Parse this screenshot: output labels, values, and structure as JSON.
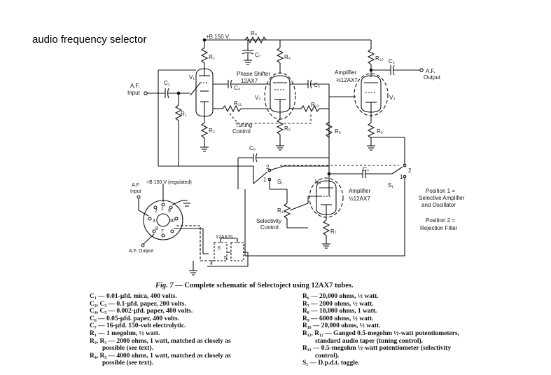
{
  "title": "audio frequency selector",
  "labels": {
    "b150": "+B 150 V.",
    "r8": "R₈",
    "c7": "C₇",
    "r2": "R₂",
    "r4": "R₄",
    "r10": "R₁₀",
    "c2": "C₂",
    "af_output": "A.F.",
    "af_output2": "Output",
    "v1": "V₁",
    "phase_shifter": "Phase Shifter",
    "tube_12ax7_a": "12AX7",
    "c4": "C₄",
    "amplifier_a": "Amplifier",
    "half_12ax7_a": "½12AX7",
    "c5": "C₅",
    "v3": "V₃",
    "af_input": "A.F.",
    "af_input2": "Input",
    "c1": "C₁",
    "v2": "V₂",
    "r1": "R₁",
    "r11": "R₁₁",
    "r12": "R₁₂",
    "r9": "R₉",
    "r3": "R₃",
    "r5": "R₅",
    "r6": "R₆",
    "tuning_control": "Tuning",
    "tuning_control2": "Control",
    "c6": "C₆",
    "c3": "C₃",
    "s1_a": "S₁",
    "s1_b": "S₁",
    "pos2_a": "2",
    "pos1_a": "1",
    "pos2_b": "2",
    "pos1_b": "1",
    "v4": "V₄",
    "amplifier_b": "Amplifier",
    "half_12ax7_b": "½12AX7",
    "r13": "R₁₃",
    "selectivity": "Selectivity",
    "selectivity2": "Control",
    "r7": "R₇",
    "position1": "Position 1 =",
    "position1b": "Selective Amplifier",
    "position1c": "and Oscillator",
    "position2": "Position 2 =",
    "position2b": "Rejection Filter",
    "b150_reg": "+B 150 V (regulated)",
    "af_input_b": "A.F.",
    "af_input_b2": "Input",
    "af_output_b": "A.F. Output",
    "tubes_12ax7s": "12AX7s",
    "pin_numbers": [
      "2",
      "1",
      "9",
      "3",
      "30",
      "8",
      "7",
      "6",
      "5",
      "4"
    ]
  },
  "caption": {
    "fig": "Fig. 7",
    "text": "— Complete schematic of Selectoject using 12AX7 tubes."
  },
  "parts_left": [
    {
      "t": "C₁ — 0.01-µfd. mica, 400 volts.",
      "ind": false
    },
    {
      "t": "C₂, C₃ — 0.1-µfd. paper, 200 volts.",
      "ind": false
    },
    {
      "t": "C₄, C₅ — 0.002-µfd. paper, 400 volts.",
      "ind": false
    },
    {
      "t": "C₆ — 0.05-µfd. paper, 400 volts.",
      "ind": false
    },
    {
      "t": "C₇ — 16-µfd. 150-volt electrolytic.",
      "ind": false
    },
    {
      "t": "R₁ — 1 megohm, ½ watt.",
      "ind": false
    },
    {
      "t": "R₂, R₃ — 2000 ohms, 1 watt, matched as closely as",
      "ind": false
    },
    {
      "t": "possible (see text).",
      "ind": true
    },
    {
      "t": "R₄, R₅ — 4000 ohms, 1 watt, matched as closely as",
      "ind": false
    },
    {
      "t": "possible (see text).",
      "ind": true
    }
  ],
  "parts_right": [
    {
      "t": "R₆ — 20,000 ohms, ½ watt.",
      "ind": false
    },
    {
      "t": "R₇ — 2000 ohms, ½ watt.",
      "ind": false
    },
    {
      "t": "R₈ — 10,000 ohms, 1 watt.",
      "ind": false
    },
    {
      "t": "R₉ — 6000 ohms, ½ watt.",
      "ind": false
    },
    {
      "t": "R₁₀ — 20,000 ohms, ½ watt.",
      "ind": false
    },
    {
      "t": "R₁₁, R₁₂ — Ganged 0.5-megohm ½-watt potentiometers,",
      "ind": false
    },
    {
      "t": "standard audio taper (tuning control).",
      "ind": true
    },
    {
      "t": "R₁₃ — 0.5-megohm ½-watt potentiometer (selectivity",
      "ind": false
    },
    {
      "t": "control).",
      "ind": true
    },
    {
      "t": "S₁ — D.p.d.t. toggle.",
      "ind": false
    }
  ]
}
